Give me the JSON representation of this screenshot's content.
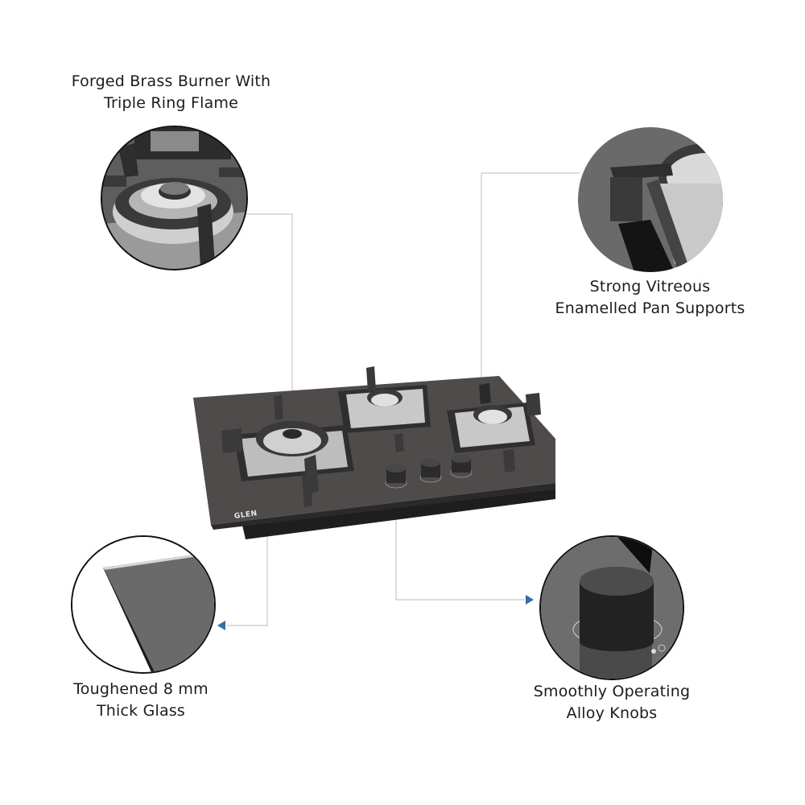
{
  "product": {
    "brand_label": "GLEN",
    "type": "3 burner glass gas hob",
    "accent_color": "#2f6fb0",
    "glass_color": "#4a4746",
    "burner_count": 3,
    "knob_count": 3
  },
  "features": [
    {
      "id": "burner",
      "line1": "Forged Brass Burner With",
      "line2": "Triple Ring Flame"
    },
    {
      "id": "pan-supports",
      "line1": "Strong Vitreous",
      "line2": "Enamelled Pan Supports"
    },
    {
      "id": "glass",
      "line1": "Toughened 8 mm",
      "line2": "Thick Glass"
    },
    {
      "id": "knobs",
      "line1": "Smoothly Operating",
      "line2": "Alloy Knobs"
    }
  ]
}
